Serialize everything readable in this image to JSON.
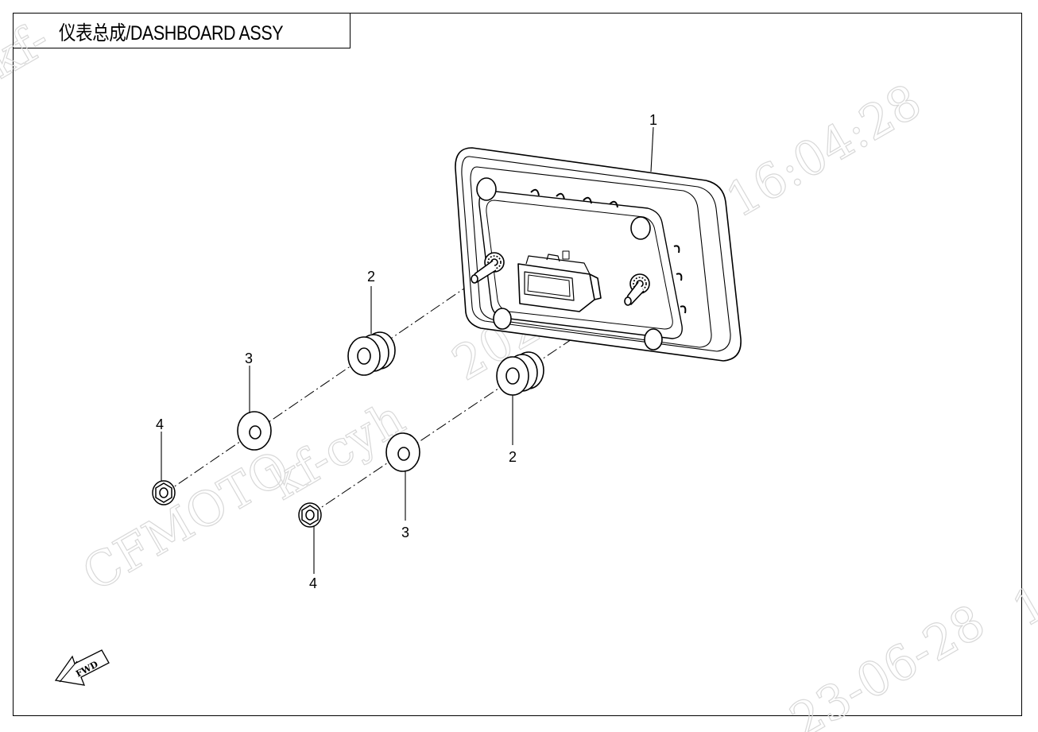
{
  "title": "仪表总成/DASHBOARD ASSY",
  "callouts": {
    "part1": "1",
    "part2_left": "2",
    "part2_right": "2",
    "part3_left": "3",
    "part3_right": "3",
    "part4_left": "4",
    "part4_right": "4"
  },
  "fwd_label": "FWD",
  "watermark": {
    "brand": "CFMOTO",
    "user": "kf-cyh",
    "date_fragment": "2023-06-2",
    "time": "16:04:28",
    "date_bottom": "23-06-28",
    "user_fragment": "kf-",
    "edge_fragment": "1"
  }
}
